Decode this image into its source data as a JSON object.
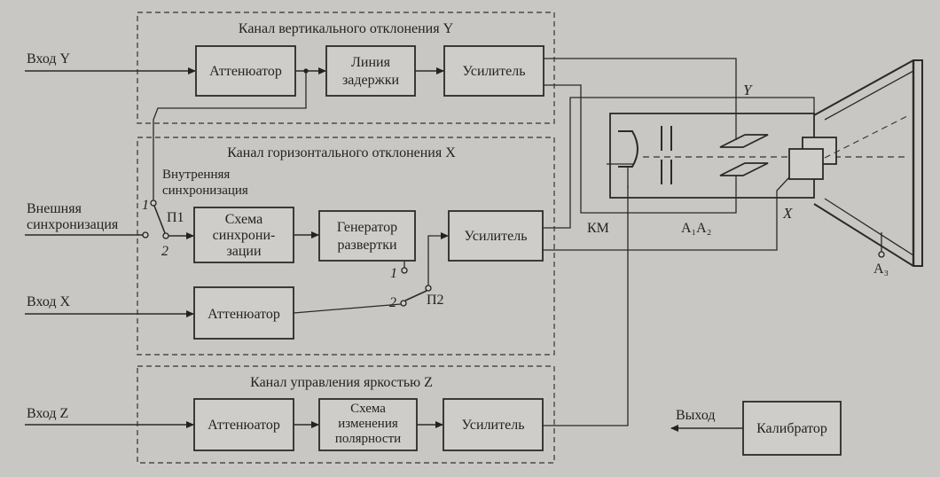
{
  "channels": {
    "vertical": "Канал вертикального отклонения Y",
    "horizontal": "Канал горизонтального отклонения X",
    "brightness": "Канал управления яркостью Z"
  },
  "inputs": {
    "y": "Вход Y",
    "x": "Вход X",
    "z": "Вход Z",
    "ext_sync_1": "Внешняя",
    "ext_sync_2": "синхронизация",
    "int_sync_1": "Внутренняя",
    "int_sync_2": "синхронизация"
  },
  "blocks": {
    "att_y": "Аттенюатор",
    "delay_1": "Линия",
    "delay_2": "задержки",
    "amp_y": "Усилитель",
    "sync_1": "Схема",
    "sync_2": "синхрони-",
    "sync_3": "зации",
    "gen_1": "Генератор",
    "gen_2": "развертки",
    "amp_x": "Усилитель",
    "att_x": "Аттенюатор",
    "att_z": "Аттенюатор",
    "pol_1": "Схема",
    "pol_2": "изменения",
    "pol_3": "полярности",
    "amp_z": "Усилитель",
    "calibrator": "Калибратор"
  },
  "switches": {
    "p1": "П1",
    "p2": "П2",
    "p1_pos1": "1",
    "p1_pos2": "2",
    "p2_pos1": "1",
    "p2_pos2": "2"
  },
  "crt": {
    "km": "КМ",
    "a1a2": "A₁A₂",
    "a3": "A₃",
    "y": "Y",
    "x": "X"
  },
  "output": "Выход"
}
